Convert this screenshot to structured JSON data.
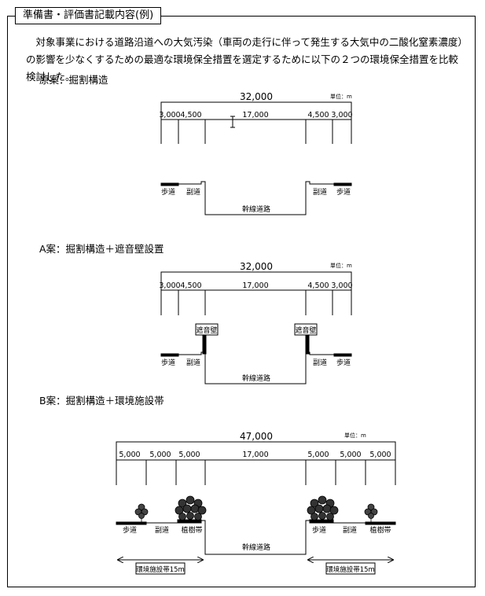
{
  "header": {
    "title": "準備書・評価書記載内容(例)"
  },
  "body_text": "対象事業における道路沿道への大気汚染（車両の走行に伴って発生する大気中の二酸化窒素濃度）の影響を少なくするための最適な環境保全措置を選定するために以下の２つの環境保全措置を比較検討した。",
  "sections": {
    "original": {
      "label": "原案：掘割構造",
      "total": "32,000",
      "unit": "単位：m",
      "dims": [
        "3,000",
        "4,500",
        "17,000",
        "4,500",
        "3,000"
      ],
      "left": [
        "歩道",
        "副道"
      ],
      "right": [
        "副道",
        "歩道"
      ],
      "center": "幹線道路"
    },
    "planA": {
      "label": "A案：掘割構造＋遮音壁設置",
      "total": "32,000",
      "unit": "単位：m",
      "dims": [
        "3,000",
        "4,500",
        "17,000",
        "4,500",
        "3,000"
      ],
      "wall_left": "遮音壁",
      "wall_right": "遮音壁",
      "left": [
        "歩道",
        "副道"
      ],
      "right": [
        "副道",
        "歩道"
      ],
      "center": "幹線道路"
    },
    "planB": {
      "label": "B案：掘割構造＋環境施設帯",
      "total": "47,000",
      "unit": "単位：m",
      "dims": [
        "5,000",
        "5,000",
        "5,000",
        "17,000",
        "5,000",
        "5,000",
        "5,000"
      ],
      "left": [
        "歩道",
        "副道",
        "植樹帯"
      ],
      "right": [
        "歩道",
        "副道",
        "植樹帯"
      ],
      "center": "幹線道路",
      "zone_left": "環境施設帯15m",
      "zone_right": "環境施設帯15m"
    }
  }
}
